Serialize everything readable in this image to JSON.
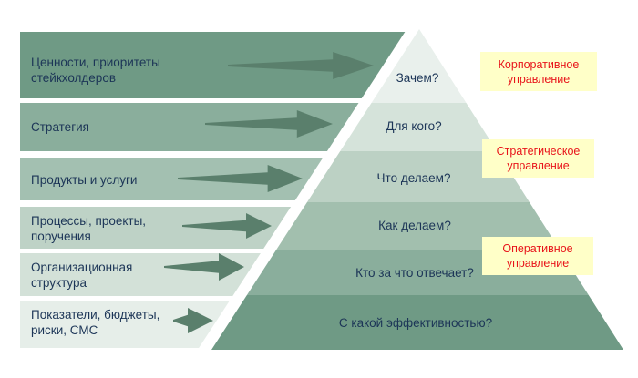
{
  "left_bars": [
    {
      "label": "Ценности, приоритеты\nстейкхолдеров"
    },
    {
      "label": "Стратегия"
    },
    {
      "label": "Продукты и услуги"
    },
    {
      "label": "Процессы, проекты,\nпоручения"
    },
    {
      "label": "Организационная\nструктура"
    },
    {
      "label": "Показатели, бюджеты,\nриски, СМС"
    }
  ],
  "pyramid_levels": [
    {
      "question": "Зачем?"
    },
    {
      "question": "Для кого?"
    },
    {
      "question": "Что делаем?"
    },
    {
      "question": "Как делаем?"
    },
    {
      "question": "Кто за что отвечает?"
    },
    {
      "question": "С какой эффективностью?"
    }
  ],
  "management_levels": [
    {
      "label": "Корпоративное\nуправление"
    },
    {
      "label": "Стратегическое\nуправление"
    },
    {
      "label": "Оперативное\nуправление"
    }
  ],
  "colors": {
    "bars": [
      "#6f9a85",
      "#8aae9c",
      "#a3c0b1",
      "#bed2c6",
      "#d3e1d8",
      "#e6eee9"
    ],
    "pyramid": [
      "#e9f0ec",
      "#d5e3da",
      "#bcd1c4",
      "#a2bfae",
      "#8aae9c",
      "#6f9a85"
    ],
    "arrow": "#5a7f6c",
    "note_bg": "#ffffc8",
    "note_text": "#e8141a"
  }
}
